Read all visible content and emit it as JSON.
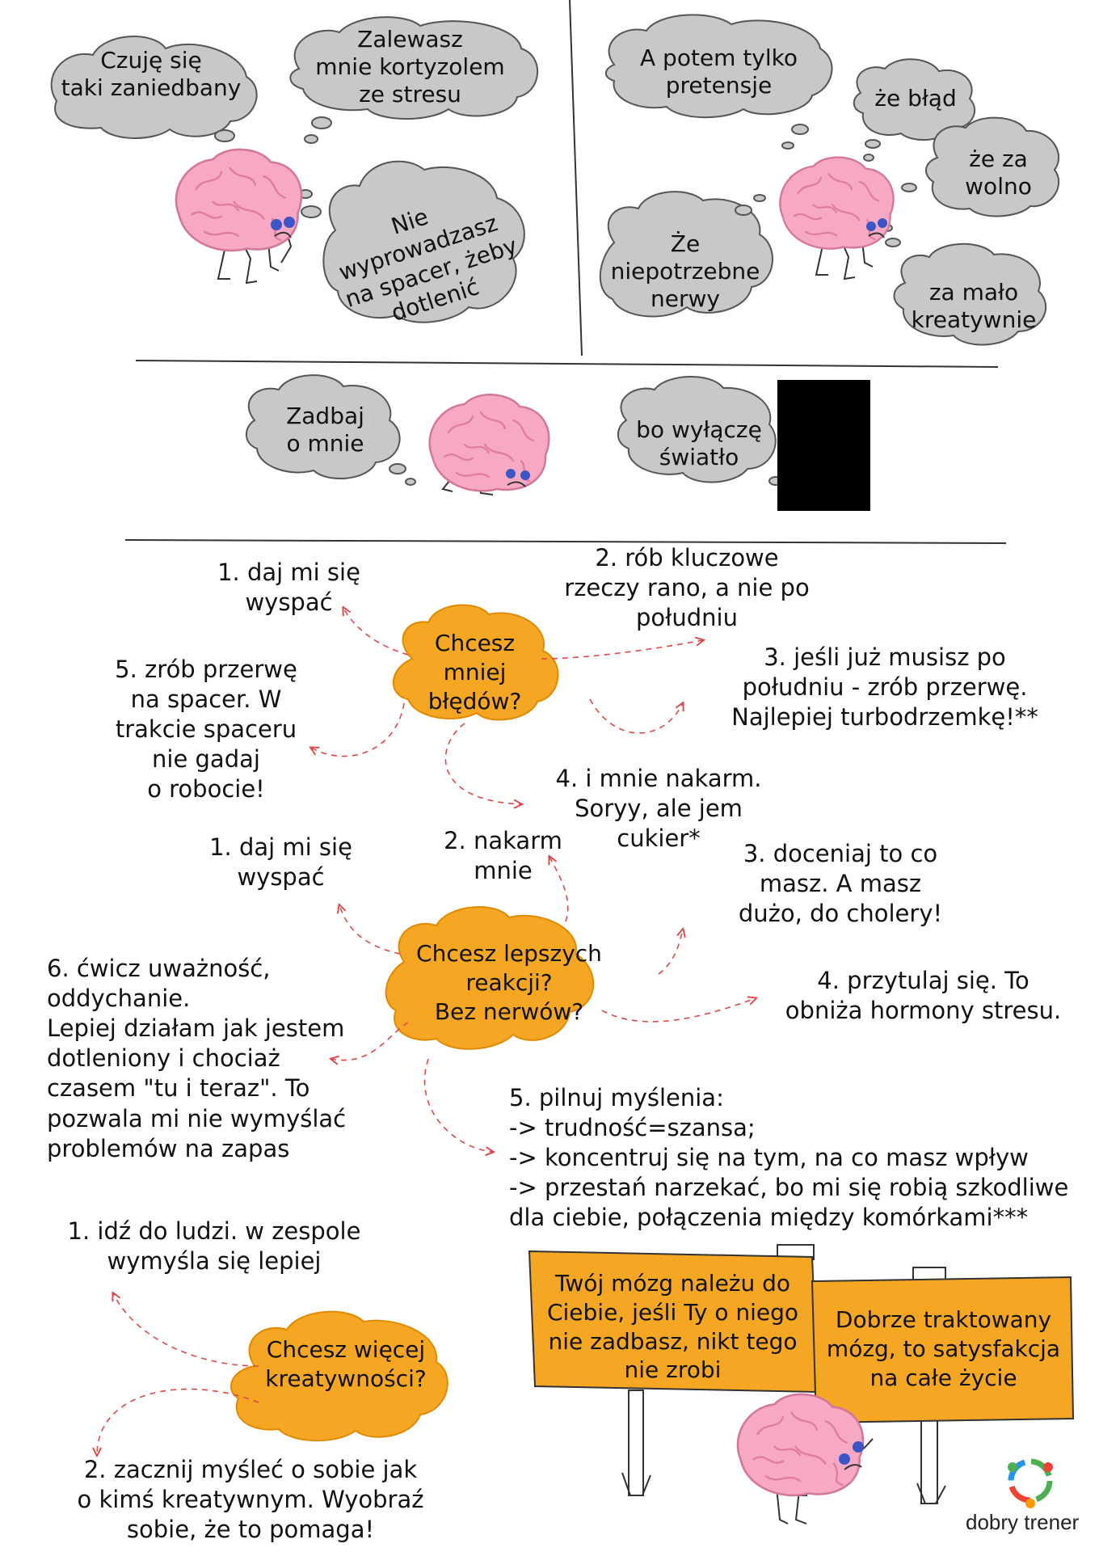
{
  "colors": {
    "cloud_gray": "#c8c8c8",
    "orange": "#f5a623",
    "brain_pink": "#f7a8c3",
    "brain_line": "#e07aa0",
    "eye_blue": "#3b56c4",
    "arrow_red": "#e04848",
    "door": "#000000"
  },
  "panel1": {
    "bubble1": "Czuję się\ntaki zaniedbany",
    "bubble2": "Zalewasz\nmnie kortyzolem\nze stresu",
    "bubble3": "Nie\nwyprowadzasz\nna spacer, żeby\ndotlenić"
  },
  "panel2": {
    "bubble1": "A potem tylko\npretensje",
    "bubble2": "że błąd",
    "bubble3": "że za\nwolno",
    "bubble4": "Że\nniepotrzebne\nnerwy",
    "bubble5": "za mało\nkreatywnie"
  },
  "panel3": {
    "bubble1": "Zadbaj\no mnie",
    "bubble2": "bo wyłączę\nświatło"
  },
  "section1": {
    "center": "Chcesz\nmniej\nbłędów?",
    "tips": [
      "1. daj mi się\nwyspać",
      "2. rób kluczowe\nrzeczy rano, a nie po\npołudniu",
      "3. jeśli już musisz po\npołudniu - zrób przerwę.\nNajlepiej turbodrzemkę!**",
      "4. i mnie nakarm.\nSoryy, ale  jem\ncukier*",
      "5. zrób przerwę\nna spacer. W\ntrakcie spaceru\nnie gadaj\no robocie!"
    ]
  },
  "section2": {
    "center": "Chcesz lepszych\nreakcji?\nBez nerwów?",
    "tips": [
      "1. daj mi się\nwyspać",
      "2. nakarm\nmnie",
      "3. doceniaj to co\nmasz. A masz\ndużo, do cholery!",
      "4. przytulaj się. To\nobniża hormony stresu.",
      "5. pilnuj myślenia:\n-> trudność=szansa;\n-> koncentruj się na tym, na co masz wpływ\n-> przestań narzekać, bo mi się robią szkodliwe\ndla ciebie, połączenia między komórkami***",
      "6.  ćwicz uważność,\noddychanie.\nLepiej działam jak jestem\ndotleniony i chociaż\nczasem \"tu i teraz\". To\npozwala mi nie wymyślać\nproblemów na zapas"
    ]
  },
  "section3": {
    "center": "Chcesz więcej\nkreatywności?",
    "tips": [
      "1. idź do ludzi. w zespole\nwymyśla się lepiej",
      "2. zacznij myśleć o sobie jak\no kimś kreatywnym. Wyobraź\nsobie, że to pomaga!"
    ]
  },
  "signs": {
    "sign1": "Twój mózg należu do\nCiebie, jeśli Ty o niego\nnie zadbasz, nikt tego\nnie zrobi",
    "sign2": "Dobrze traktowany\nmózg, to satysfakcja\nna całe życie"
  },
  "logo": {
    "text": "dobry trener"
  }
}
